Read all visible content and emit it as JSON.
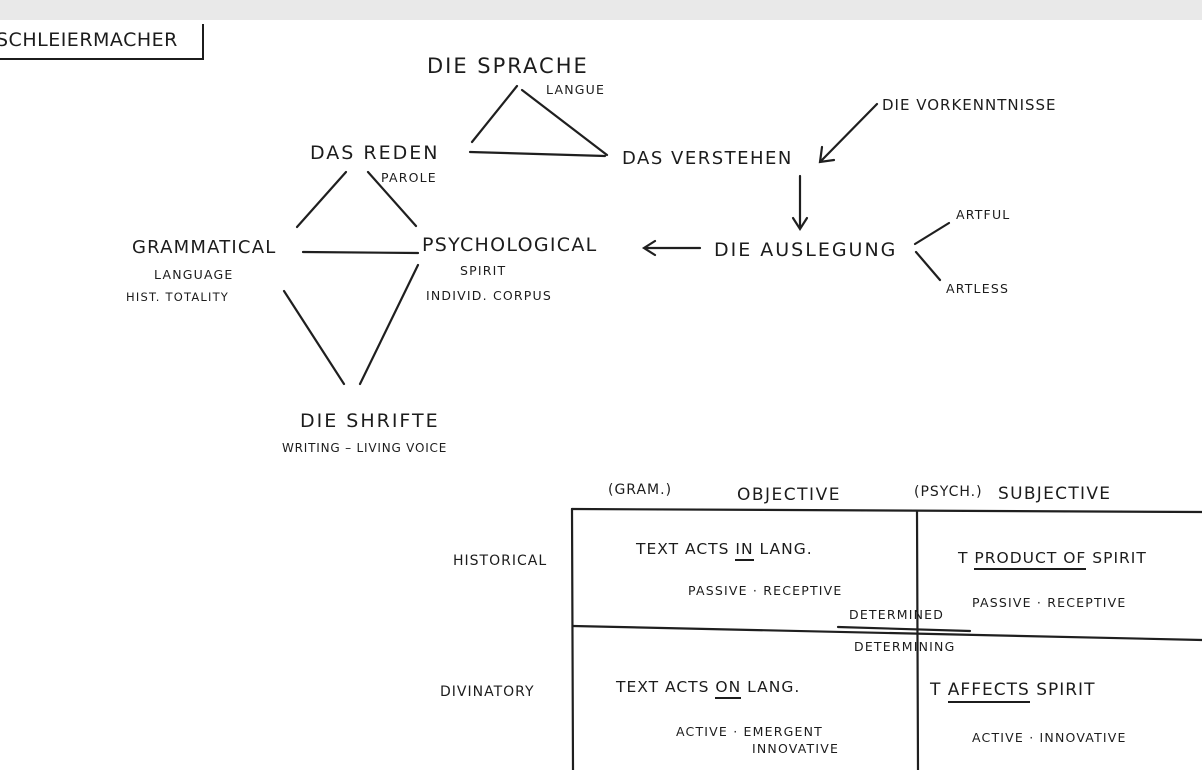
{
  "title": "SCHLEIERMACHER",
  "diagram": {
    "die_sprache": "DIE SPRACHE",
    "langue": "LANGUE",
    "das_reden": "DAS REDEN",
    "parole": "PAROLE",
    "das_verstehen": "DAS VERSTEHEN",
    "die_vorkenntnisse": "DIE VORKENNTNISSE",
    "grammatical": "GRAMMATICAL",
    "language": "LANGUAGE",
    "hist_totality": "HIST. TOTALITY",
    "psychological": "PSYCHOLOGICAL",
    "spirit": "SPIRIT",
    "individ_corpus": "INDIVID. CORPUS",
    "die_auslegung": "DIE AUSLEGUNG",
    "artful": "ARTFUL",
    "artless": "ARTLESS",
    "die_shrifte": "DIE SHRIFTE",
    "writing_living_voice": "WRITING – LIVING VOICE"
  },
  "table": {
    "col1_paren": "(GRAM.)",
    "col1_header": "OBJECTIVE",
    "col2_paren": "(PSYCH.)",
    "col2_header": "SUBJECTIVE",
    "row1_label": "HISTORICAL",
    "row2_label": "DIVINATORY",
    "r1c1_main_pre": "TEXT ACTS",
    "r1c1_main_u": "IN",
    "r1c1_main_post": "LANG.",
    "r1c1_sub": "PASSIVE · RECEPTIVE",
    "r1c2_main_pre": "T",
    "r1c2_main_u": "PRODUCT OF",
    "r1c2_main_post": "SPIRIT",
    "r1c2_sub": "PASSIVE · RECEPTIVE",
    "determined": "DETERMINED",
    "determining": "DETERMINING",
    "r2c1_main_pre": "TEXT ACTS",
    "r2c1_main_u": "ON",
    "r2c1_main_post": "LANG.",
    "r2c1_sub1": "ACTIVE · EMERGENT",
    "r2c1_sub2": "INNOVATIVE",
    "r2c2_main_pre": "T",
    "r2c2_main_u": "AFFECTS",
    "r2c2_main_post": "SPIRIT",
    "r2c2_sub": "ACTIVE · INNOVATIVE"
  }
}
